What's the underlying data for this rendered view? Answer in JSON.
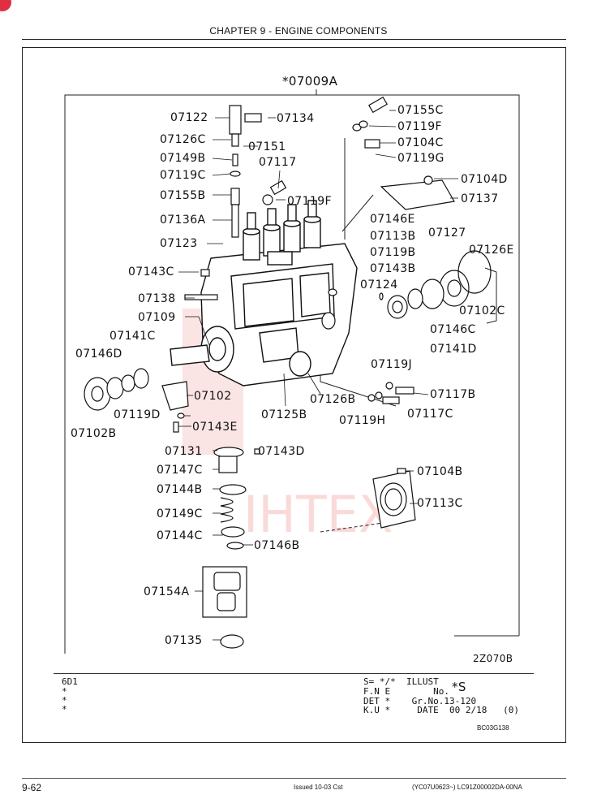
{
  "header": {
    "chapter": "CHAPTER 9 - ENGINE COMPONENTS"
  },
  "assembly": "*07009A",
  "watermark": "IHTEX",
  "diagram_code": "2Z070B",
  "parts_left": [
    {
      "id": "p07122",
      "label": "07122"
    },
    {
      "id": "p07126C",
      "label": "07126C"
    },
    {
      "id": "p07149B",
      "label": "07149B"
    },
    {
      "id": "p07119C",
      "label": "07119C"
    },
    {
      "id": "p07155B",
      "label": "07155B"
    },
    {
      "id": "p07136A",
      "label": "07136A"
    },
    {
      "id": "p07123",
      "label": "07123"
    },
    {
      "id": "p07143C",
      "label": "07143C"
    },
    {
      "id": "p07138",
      "label": "07138"
    },
    {
      "id": "p07109",
      "label": "07109"
    },
    {
      "id": "p07141C",
      "label": "07141C"
    },
    {
      "id": "p07146D",
      "label": "07146D"
    },
    {
      "id": "p07102B",
      "label": "07102B"
    },
    {
      "id": "p07119D",
      "label": "07119D"
    },
    {
      "id": "p07131",
      "label": "07131"
    },
    {
      "id": "p07147C",
      "label": "07147C"
    },
    {
      "id": "p07144B",
      "label": "07144B"
    },
    {
      "id": "p07149C",
      "label": "07149C"
    },
    {
      "id": "p07144C",
      "label": "07144C"
    },
    {
      "id": "p07154A",
      "label": "07154A"
    },
    {
      "id": "p07135",
      "label": "07135"
    }
  ],
  "parts_center": [
    {
      "id": "p07134",
      "label": "07134"
    },
    {
      "id": "p07151",
      "label": "07151"
    },
    {
      "id": "p07117",
      "label": "07117"
    },
    {
      "id": "p07119F_a",
      "label": "07119F"
    },
    {
      "id": "p07102",
      "label": "07102"
    },
    {
      "id": "p07143E",
      "label": "07143E"
    },
    {
      "id": "p07143D",
      "label": "07143D"
    },
    {
      "id": "p07146B",
      "label": "07146B"
    },
    {
      "id": "p07125B",
      "label": "07125B"
    },
    {
      "id": "p07126B",
      "label": "07126B"
    },
    {
      "id": "p07119H",
      "label": "07119H"
    },
    {
      "id": "p07117C",
      "label": "07117C"
    }
  ],
  "parts_right": [
    {
      "id": "p07155C",
      "label": "07155C"
    },
    {
      "id": "p07119F_b",
      "label": "07119F"
    },
    {
      "id": "p07104C",
      "label": "07104C"
    },
    {
      "id": "p07119G",
      "label": "07119G"
    },
    {
      "id": "p07104D",
      "label": "07104D"
    },
    {
      "id": "p07137",
      "label": "07137"
    },
    {
      "id": "p07146E",
      "label": "07146E"
    },
    {
      "id": "p07113B",
      "label": "07113B"
    },
    {
      "id": "p07127",
      "label": "07127"
    },
    {
      "id": "p07126E",
      "label": "07126E"
    },
    {
      "id": "p07119B",
      "label": "07119B"
    },
    {
      "id": "p07143B",
      "label": "07143B"
    },
    {
      "id": "p07124",
      "label": "07124"
    },
    {
      "id": "p07102C",
      "label": "07102C"
    },
    {
      "id": "p07146C",
      "label": "07146C"
    },
    {
      "id": "p07141D",
      "label": "07141D"
    },
    {
      "id": "p07119J",
      "label": "07119J"
    },
    {
      "id": "p07117B",
      "label": "07117B"
    },
    {
      "id": "p07104B",
      "label": "07104B"
    },
    {
      "id": "p07113C",
      "label": "07113C"
    }
  ],
  "info": {
    "model": "6D1",
    "star": "*",
    "line1": "S= */*  ILLUST",
    "line2": "F.N E        No.",
    "illust_no": "*S",
    "line3": "DET *    Gr.No.13-120",
    "line4": "K.U *     DATE  00 2/18   (0)",
    "code": "BC03G138"
  },
  "footer": {
    "page": "9-62",
    "issued": "Issued 10-03   Cst",
    "ref": "(YC07U0623~)   LC91Z00002DA-00NA"
  }
}
